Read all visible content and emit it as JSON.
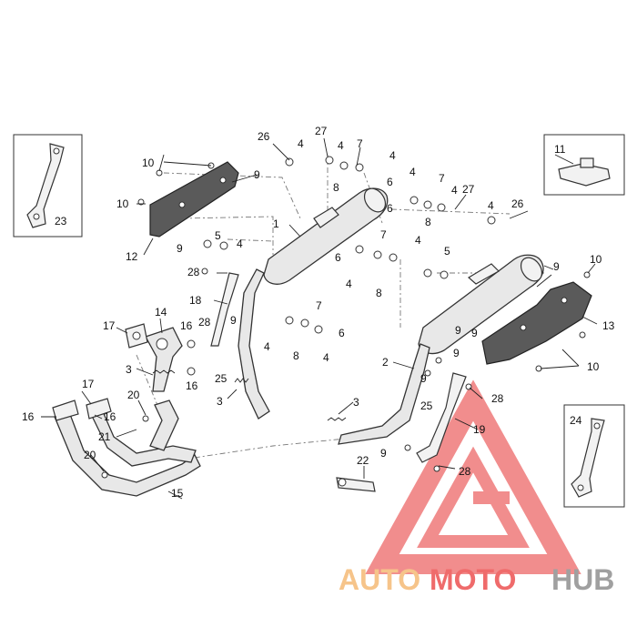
{
  "callouts": [
    "1",
    "2",
    "3",
    "4",
    "5",
    "6",
    "7",
    "8",
    "9",
    "10",
    "11",
    "12",
    "13",
    "14",
    "15",
    "16",
    "17",
    "18",
    "19",
    "20",
    "21",
    "22",
    "23",
    "24",
    "25",
    "26",
    "27",
    "28"
  ],
  "watermark": {
    "part1": "AUTO",
    "part2": "MOTO",
    "part3": "HUB"
  },
  "colors": {
    "triangle": "#ef7a7a",
    "shield": "#5a5a5a",
    "wm_auto": "#f6c48a",
    "wm_moto": "#ef6b6b",
    "wm_hub": "#a0a0a0"
  }
}
